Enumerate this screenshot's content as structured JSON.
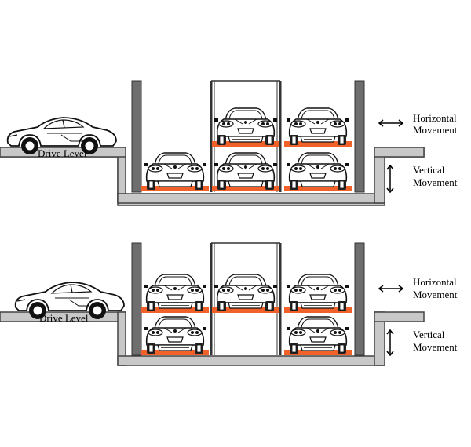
{
  "colors": {
    "ground_fill": "#c8c8c8",
    "ground_stroke": "#444444",
    "column_fill": "#6e6e6e",
    "platform_fill": "#f0622a",
    "platform_glow": "#f7b291",
    "car_fill": "#ffffff",
    "car_stroke": "#111111"
  },
  "icons": {
    "horizontal_arrow": "double-headed-horizontal-arrow",
    "vertical_arrow": "double-headed-vertical-arrow",
    "car": "sports-car-side-view",
    "parked_car": "sports-car-front-view"
  },
  "diagrams": [
    {
      "drive_level_label": "Drive Level",
      "horizontal_label": [
        "Horizontal",
        "Movement"
      ],
      "vertical_label": [
        "Vertical",
        "Movement"
      ],
      "slots": {
        "upper": [
          "empty",
          "car",
          "car"
        ],
        "lower": [
          "car",
          "car",
          "car"
        ]
      }
    },
    {
      "drive_level_label": "Drive Level",
      "horizontal_label": [
        "Horizontal",
        "Movement"
      ],
      "vertical_label": [
        "Vertical",
        "Movement"
      ],
      "slots": {
        "upper": [
          "car",
          "car",
          "car"
        ],
        "lower": [
          "car",
          "empty",
          "car"
        ]
      }
    }
  ]
}
